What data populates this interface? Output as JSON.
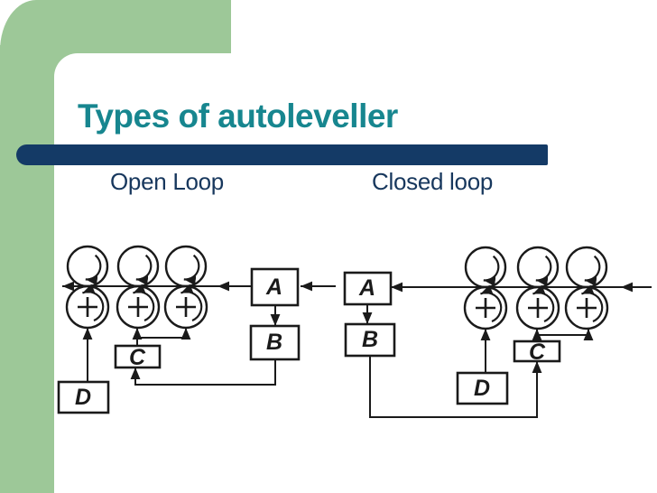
{
  "slide": {
    "title": "Types of autoleveller",
    "open_loop_label": "Open Loop",
    "closed_loop_label": "Closed loop"
  },
  "diagrams": {
    "open_loop": {
      "box_a": "A",
      "box_b": "B",
      "box_c": "C",
      "box_d": "D"
    },
    "closed_loop": {
      "box_a": "A",
      "box_b": "B",
      "box_c": "C",
      "box_d": "D"
    }
  },
  "colors": {
    "sidebar_green": "#9DC898",
    "title_teal": "#17868F",
    "bar_navy": "#143A66",
    "label_navy": "#17375D",
    "diagram_ink": "#1A1A1A",
    "background": "#FFFFFF"
  }
}
